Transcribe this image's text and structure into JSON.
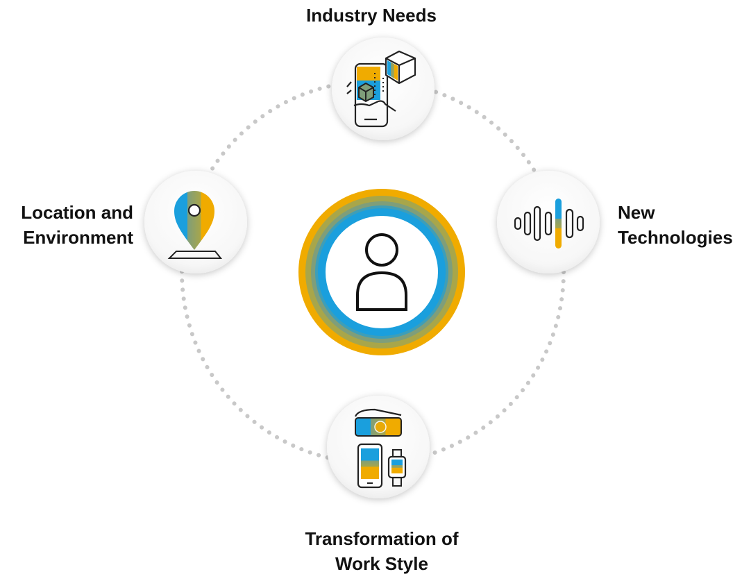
{
  "colors": {
    "blue": "#1A9FDD",
    "gold": "#F0AB00",
    "green_mid": "#7F9E7A",
    "olive": "#A8A64A",
    "dots": "#C8C8C8",
    "ink": "#111111"
  },
  "center": {
    "icon": "person-icon"
  },
  "nodes": {
    "top": {
      "line1": "Industry Needs",
      "icon": "phone-ar-cubes-icon"
    },
    "right": {
      "line1": "New",
      "line2": "Technologies",
      "icon": "sound-wave-icon"
    },
    "bottom": {
      "line1": "Transformation of",
      "line2": "Work Style",
      "icon": "wearable-devices-icon"
    },
    "left": {
      "line1": "Location and",
      "line2": "Environment",
      "icon": "map-pin-icon"
    }
  }
}
